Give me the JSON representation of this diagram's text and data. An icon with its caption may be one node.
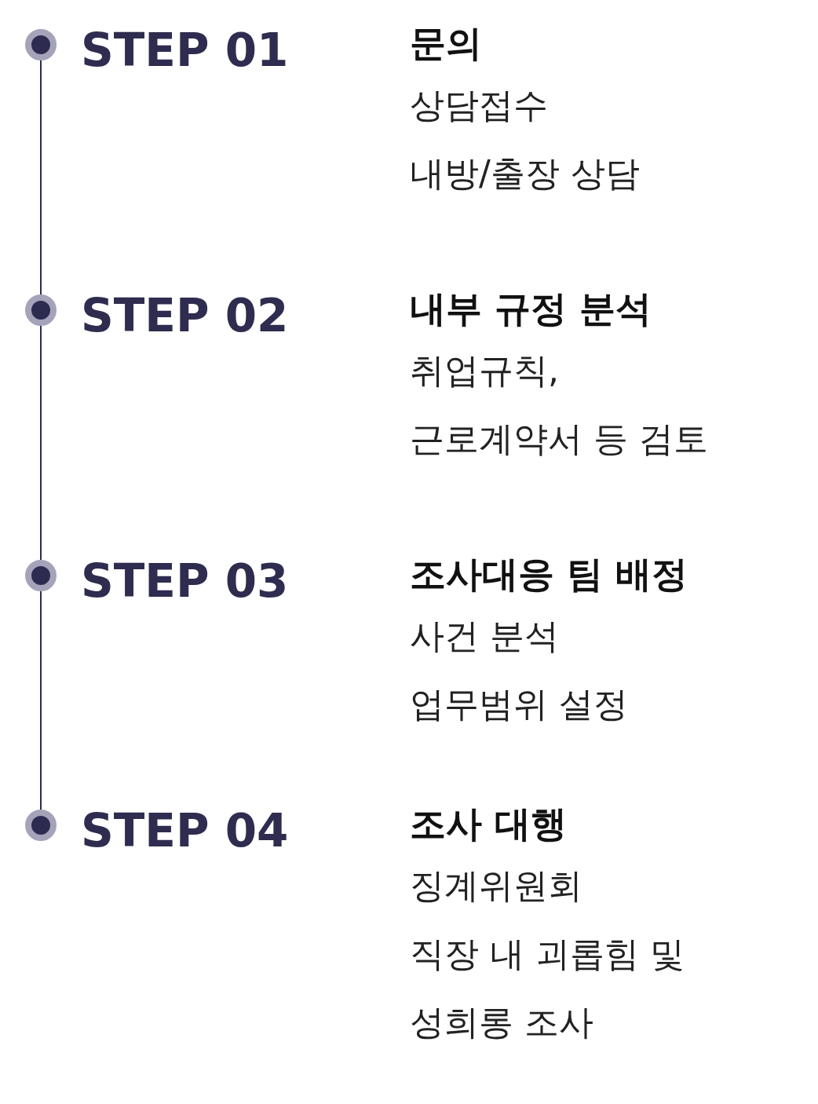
{
  "diagram": {
    "nodes": [
      {
        "text": [],
        "shape": "circle",
        "beside": [
          "STEP 01",
          "문의",
          "상담접수",
          "내방/출장 상담"
        ]
      },
      {
        "text": [],
        "shape": "circle",
        "beside": [
          "STEP 02",
          "내부 규정 분석",
          "취업규칙, 근로계약서 등 검토"
        ]
      },
      {
        "text": [],
        "shape": "circle",
        "beside": [
          "STEP 03",
          "조사대응 팀 배정",
          "사건 분석",
          "업무범위 설정"
        ]
      },
      {
        "text": [],
        "shape": "circle",
        "beside": [
          "STEP 04",
          "조사 대행",
          "징계위원회",
          "직장 내 괴롭힘 및 성희롱 조사"
        ]
      }
    ],
    "edges": [
      {
        "from": 0,
        "to": 1,
        "arrow": "none"
      },
      {
        "from": 1,
        "to": 2,
        "arrow": "none"
      },
      {
        "from": 2,
        "to": 3,
        "arrow": "none"
      }
    ]
  }
}
